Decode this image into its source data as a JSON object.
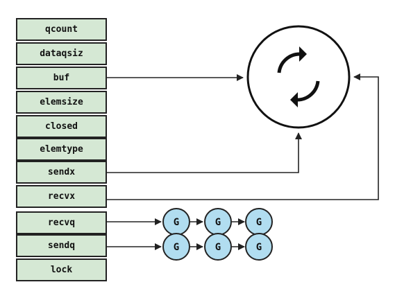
{
  "struct_fields": [
    "qcount",
    "dataqsiz",
    "buf",
    "elemsize",
    "closed",
    "elemtype",
    "sendx",
    "recvx",
    "recvq",
    "sendq",
    "lock"
  ],
  "buffer_icon": "circular-refresh-icon",
  "goroutine_label": "G",
  "colors": {
    "field_fill": "#d5e8d4",
    "goroutine_fill": "#b1ddf0",
    "stroke": "#222222"
  }
}
